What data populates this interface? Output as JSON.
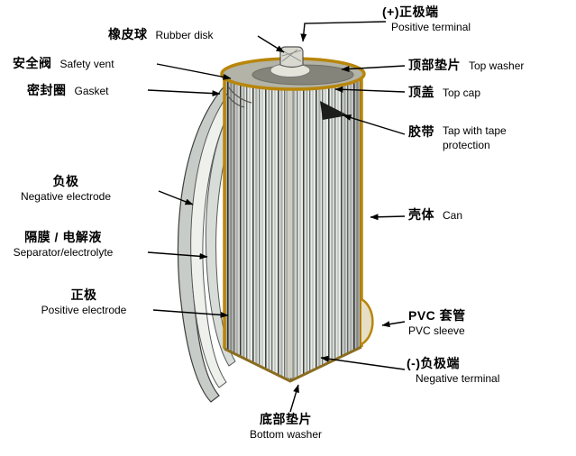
{
  "colors": {
    "can_outline": "#b8860b",
    "leader_line": "#000000",
    "top_cap_fill": "#b3b3a7",
    "top_washer_fill": "#84847b"
  },
  "labels": {
    "positive_terminal": {
      "zh": "(+)正极端",
      "en": "Positive terminal"
    },
    "rubber_disk": {
      "zh": "橡皮球",
      "en": "Rubber disk"
    },
    "safety_vent": {
      "zh": "安全阀",
      "en": "Safety vent"
    },
    "gasket": {
      "zh": "密封圈",
      "en": "Gasket"
    },
    "top_washer": {
      "zh": "顶部垫片",
      "en": "Top washer"
    },
    "top_cap": {
      "zh": "顶盖",
      "en": "Top cap"
    },
    "tape": {
      "zh": "胶带",
      "en": "Tap with tape protection"
    },
    "negative_electrode": {
      "zh": "负极",
      "en": "Negative electrode"
    },
    "separator_electrolyte": {
      "zh": "隔膜 / 电解液",
      "en": "Separator/electrolyte"
    },
    "positive_electrode": {
      "zh": "正极",
      "en": "Positive electrode"
    },
    "can": {
      "zh": "壳体",
      "en": "Can"
    },
    "pvc_sleeve": {
      "zh": "PVC 套管",
      "en": "PVC sleeve"
    },
    "negative_terminal": {
      "zh": "(-)负极端",
      "en": "Negative terminal"
    },
    "bottom_washer": {
      "zh": "底部垫片",
      "en": "Bottom washer"
    }
  }
}
